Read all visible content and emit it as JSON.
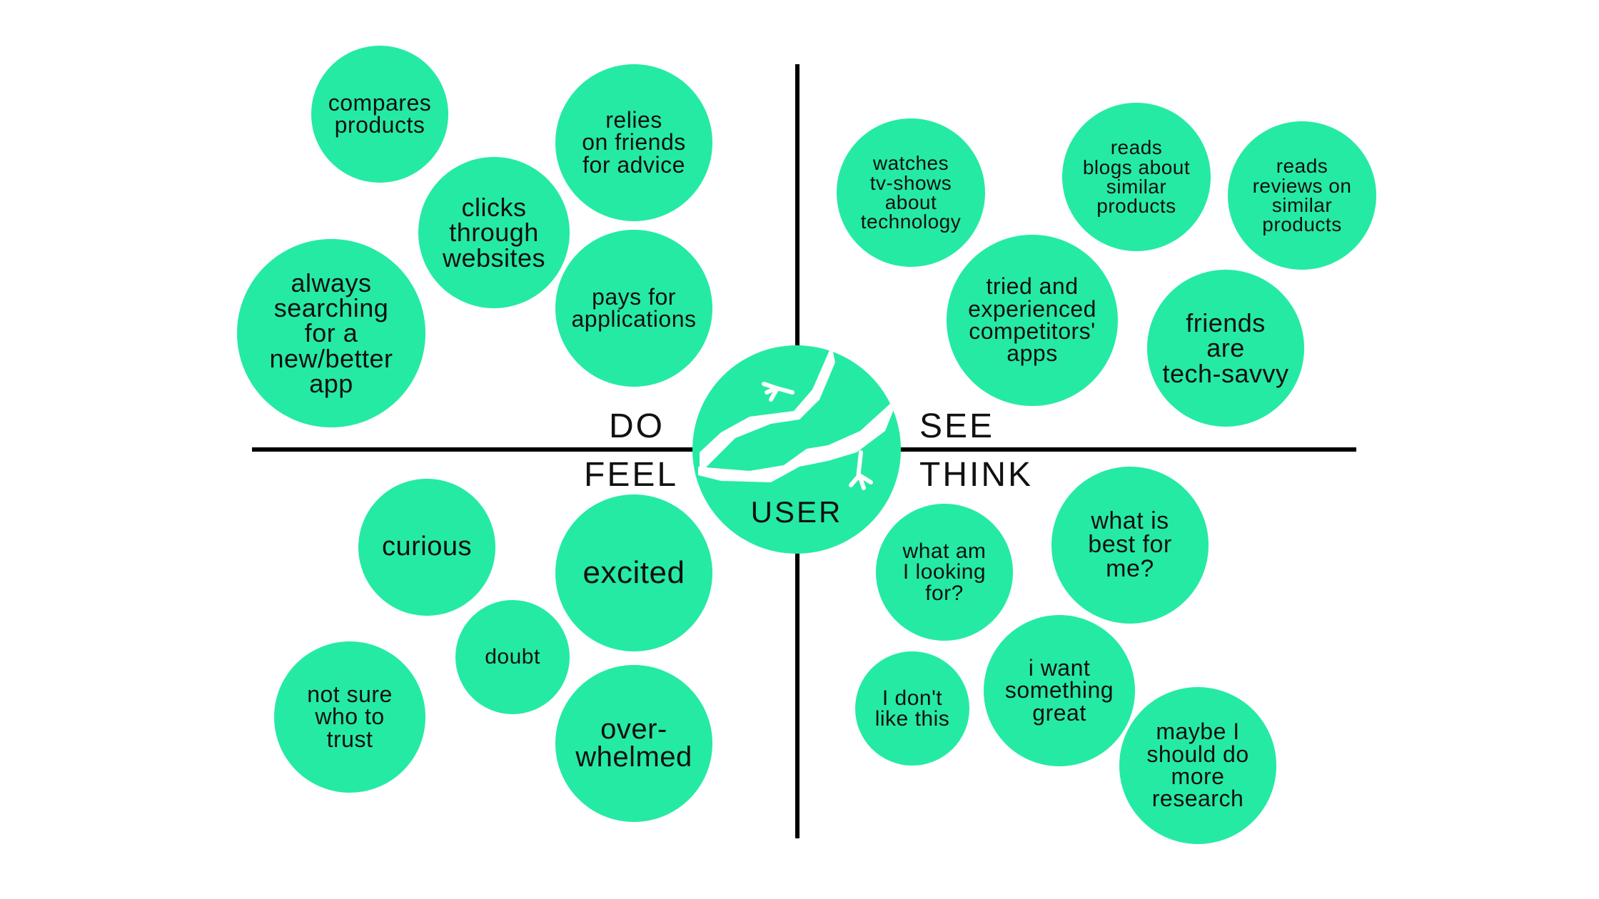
{
  "colors": {
    "bubble": "#25eaa4",
    "line": "#000000",
    "background": "#ffffff"
  },
  "quadrants": {
    "do": "DO",
    "see": "SEE",
    "feel": "FEEL",
    "think": "THINK"
  },
  "center": {
    "label": "USER",
    "icon": "chameleon-silhouette-icon"
  },
  "do": [
    "compares\nproducts",
    "relies\non friends\nfor advice",
    "clicks\nthrough\nwebsites",
    "always\nsearching\nfor a\nnew/better\napp",
    "pays for\napplications"
  ],
  "see": [
    "watches\ntv-shows\nabout\ntechnology",
    "reads\nblogs about\nsimilar\nproducts",
    "reads\nreviews on\nsimilar\nproducts",
    "tried and\nexperienced\ncompetitors'\napps",
    "friends\nare\ntech-savvy"
  ],
  "feel": [
    "curious",
    "excited",
    "doubt",
    "not sure\nwho to\ntrust",
    "over-\nwhelmed"
  ],
  "think": [
    "what am\nI looking\nfor?",
    "what is\nbest for\nme?",
    "I don't\nlike this",
    "i want\nsomething\ngreat",
    "maybe I\nshould do\nmore\nresearch"
  ]
}
